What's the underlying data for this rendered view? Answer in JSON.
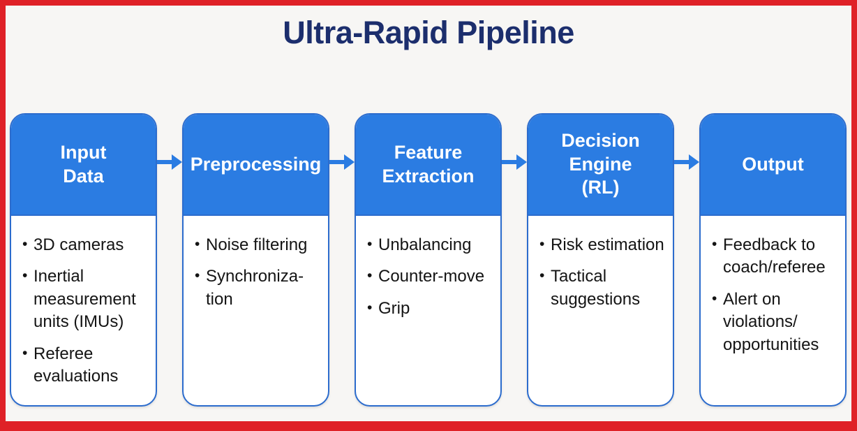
{
  "title": "Ultra-Rapid Pipeline",
  "colors": {
    "frame_red": "#df2127",
    "header_blue": "#2b7ce2",
    "card_border_blue": "#2c6ccd",
    "title_navy": "#1c2e6d",
    "background": "#f7f6f4",
    "body_text": "#141414"
  },
  "pipeline": {
    "steps": [
      {
        "title": "Input\nData",
        "items": [
          "3D cameras",
          "Inertial measurement units (IMUs)",
          "Referee evaluations"
        ]
      },
      {
        "title": "Preprocessing",
        "items": [
          "Noise filtering",
          "Synchroniza-\ntion"
        ]
      },
      {
        "title": "Feature\nExtraction",
        "items": [
          "Unbalancing",
          "Counter-move",
          "Grip"
        ]
      },
      {
        "title": "Decision\nEngine\n(RL)",
        "items": [
          "Risk estimation",
          "Tactical suggestions"
        ]
      },
      {
        "title": "Output",
        "items": [
          "Feedback to coach/referee",
          "Alert on violations/\nopportunities"
        ]
      }
    ]
  }
}
